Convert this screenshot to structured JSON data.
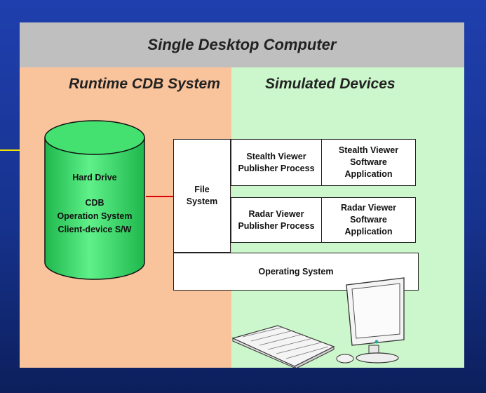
{
  "diagram": {
    "header": "Single Desktop Computer",
    "left_title": "Runtime CDB System",
    "right_title": "Simulated Devices",
    "hard_drive": {
      "title": "Hard Drive",
      "lines": [
        "CDB",
        "Operation System",
        "Client-device S/W"
      ]
    },
    "file_system": [
      "File",
      "System"
    ],
    "stealth_publisher": [
      "Stealth Viewer",
      "Publisher Process"
    ],
    "stealth_app": [
      "Stealth Viewer",
      "Software",
      "Application"
    ],
    "radar_publisher": [
      "Radar Viewer",
      "Publisher Process"
    ],
    "radar_app": [
      "Radar Viewer",
      "Software",
      "Application"
    ],
    "operating_system": "Operating System",
    "colors": {
      "background": "#1f3fae",
      "header": "#bfbfbf",
      "left_region": "#f9c39b",
      "right_region": "#ccf7cc",
      "cylinder": "#33dd66",
      "connector": "#e00000",
      "pointer": "#f2e600"
    }
  }
}
